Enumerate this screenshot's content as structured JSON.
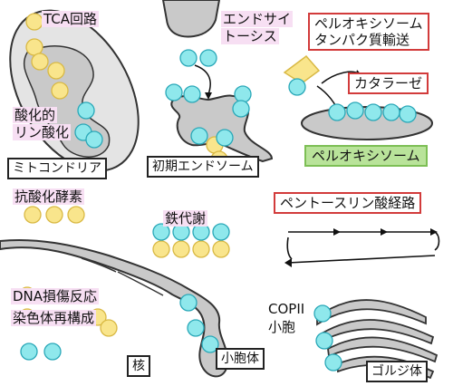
{
  "labels": {
    "tca": "TCA回路",
    "oxphos_1": "酸化的",
    "oxphos_2": "リン酸化",
    "mitochondria": "ミトコンドリア",
    "endocytosis_1": "エンドサイ",
    "endocytosis_2": "トーシス",
    "early_endosome": "初期エンドソーム",
    "peroxisome_import_1": "ペルオキシソーム",
    "peroxisome_import_2": "タンパク質輸送",
    "catalase": "カタラーゼ",
    "peroxisome": "ペルオキシソーム",
    "antioxidant": "抗酸化酵素",
    "iron": "鉄代謝",
    "ppp": "ペントースリン酸経路",
    "dna_repair": "DNA損傷反応",
    "chromatin": "染色体再構成",
    "copii_1": "COPII",
    "copii_2": "小胞",
    "vacuole": "小胞体",
    "nucleus": "核",
    "golgi": "ゴルジ体"
  },
  "colors": {
    "yellow_circle": "#f9e58c",
    "cyan_circle": "#8fe8ec",
    "organelle_gray": "#c9c9c9",
    "label_pink": "#f7dff3",
    "red_border": "#d23b3b",
    "green_label": "#b9e39a"
  }
}
